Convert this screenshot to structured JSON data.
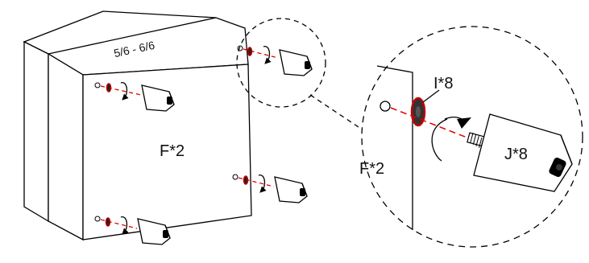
{
  "diagram": {
    "box_label": "5/6 - 6/6",
    "panel_label": "F*2",
    "zoom_panel_label": "F*2",
    "washer_label": "I*8",
    "foot_label": "J*8"
  },
  "colors": {
    "stroke": "#000000",
    "axis": "#e00000",
    "washer": "#c40000",
    "background": "#ffffff"
  },
  "icons": [
    "rotation-arrow-icon",
    "leveling-foot-icon",
    "washer-icon",
    "hole-icon",
    "magnifier-circle-icon"
  ]
}
